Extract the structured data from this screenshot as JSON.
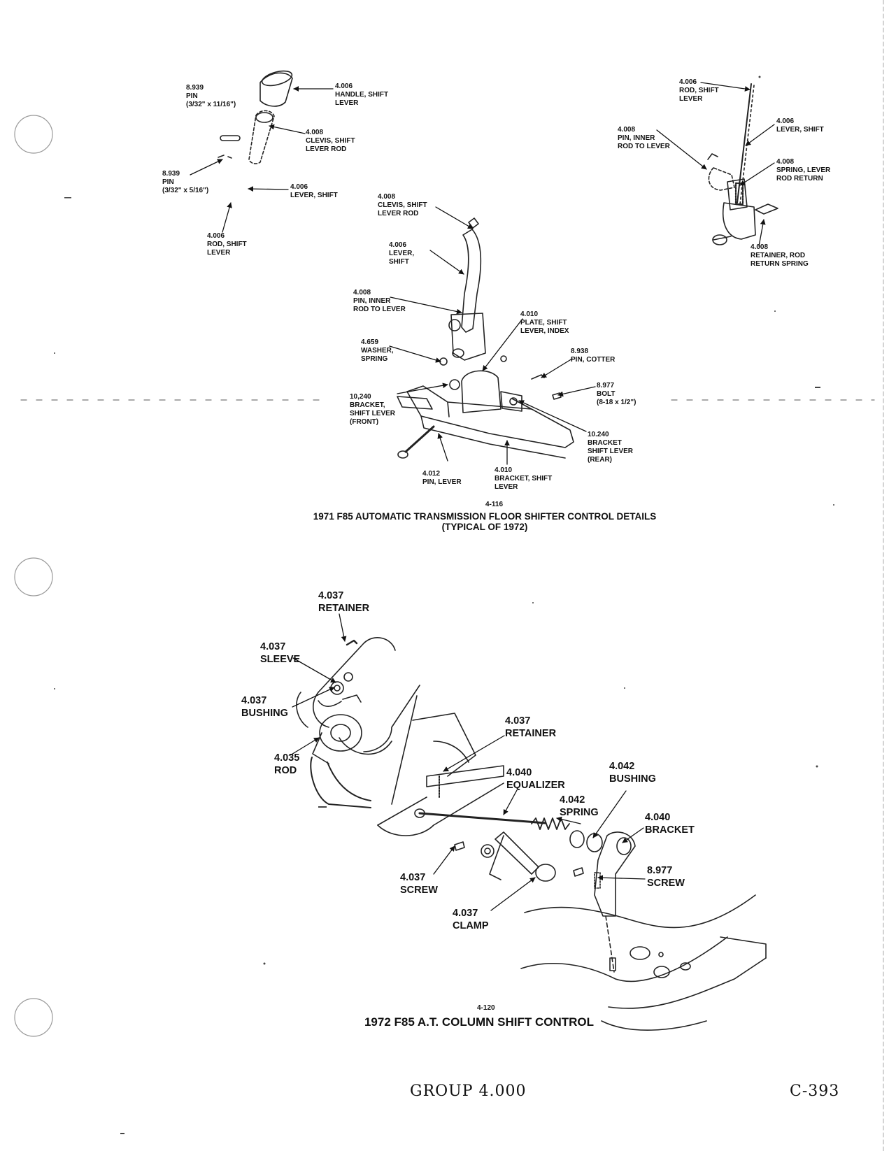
{
  "figure_top": {
    "labels": [
      {
        "id": "t1",
        "text": "8.939\nPIN\n(3/32\" x 11/16\")"
      },
      {
        "id": "t2",
        "text": "4.006\nHANDLE, SHIFT\nLEVER"
      },
      {
        "id": "t3",
        "text": "4.008\nCLEVIS, SHIFT\nLEVER ROD"
      },
      {
        "id": "t4",
        "text": "8.939\nPIN\n(3/32\" x 5/16\")"
      },
      {
        "id": "t5",
        "text": "4.006\nLEVER, SHIFT"
      },
      {
        "id": "t6",
        "text": "4.006\nROD, SHIFT\nLEVER"
      },
      {
        "id": "t7",
        "text": "4.008\nCLEVIS, SHIFT\nLEVER ROD"
      },
      {
        "id": "t8",
        "text": "4.006\nLEVER,\nSHIFT"
      },
      {
        "id": "t9",
        "text": "4.008\nPIN, INNER\nROD TO LEVER"
      },
      {
        "id": "t10",
        "text": "4.010\nPLATE, SHIFT\nLEVER, INDEX"
      },
      {
        "id": "t11",
        "text": "4.659\nWASHER,\nSPRING"
      },
      {
        "id": "t12",
        "text": "8.938\nPIN, COTTER"
      },
      {
        "id": "t13",
        "text": "8.977\nBOLT\n(8-18 x 1/2\")"
      },
      {
        "id": "t14",
        "text": "10,240\nBRACKET,\nSHIFT LEVER\n(FRONT)"
      },
      {
        "id": "t15",
        "text": "10.240\nBRACKET\nSHIFT LEVER\n(REAR)"
      },
      {
        "id": "t16",
        "text": "4.012\nPIN, LEVER"
      },
      {
        "id": "t17",
        "text": "4.010\nBRACKET, SHIFT\nLEVER"
      },
      {
        "id": "t18",
        "text": "4.006\nROD, SHIFT\nLEVER"
      },
      {
        "id": "t19",
        "text": "4.006\nLEVER, SHIFT"
      },
      {
        "id": "t20",
        "text": "4.008\nPIN, INNER\nROD TO LEVER"
      },
      {
        "id": "t21",
        "text": "4.008\nSPRING, LEVER\nROD RETURN"
      },
      {
        "id": "t22",
        "text": "4.008\nRETAINER, ROD\nRETURN SPRING"
      }
    ],
    "figure_number": "4-116",
    "caption": "1971 F85 AUTOMATIC TRANSMISSION FLOOR SHIFTER CONTROL DETAILS\n(TYPICAL OF 1972)"
  },
  "figure_bottom": {
    "labels": [
      {
        "id": "b1",
        "text": "4.037\nRETAINER"
      },
      {
        "id": "b2",
        "text": "4.037\nSLEEVE"
      },
      {
        "id": "b3",
        "text": "4.037\nBUSHING"
      },
      {
        "id": "b4",
        "text": "4.035\nROD"
      },
      {
        "id": "b5",
        "text": "4.037\nRETAINER"
      },
      {
        "id": "b6",
        "text": "4.040\nEQUALIZER"
      },
      {
        "id": "b7",
        "text": "4.042\nBUSHING"
      },
      {
        "id": "b8",
        "text": "4.042\nSPRING"
      },
      {
        "id": "b9",
        "text": "4.040\nBRACKET"
      },
      {
        "id": "b10",
        "text": "8.977\nSCREW"
      },
      {
        "id": "b11",
        "text": "4.037\nSCREW"
      },
      {
        "id": "b12",
        "text": "4.037\nCLAMP"
      }
    ],
    "figure_number": "4-120",
    "caption": "1972 F85 A.T. COLUMN SHIFT CONTROL"
  },
  "footer": {
    "group": "GROUP 4.000",
    "page": "C-393"
  }
}
